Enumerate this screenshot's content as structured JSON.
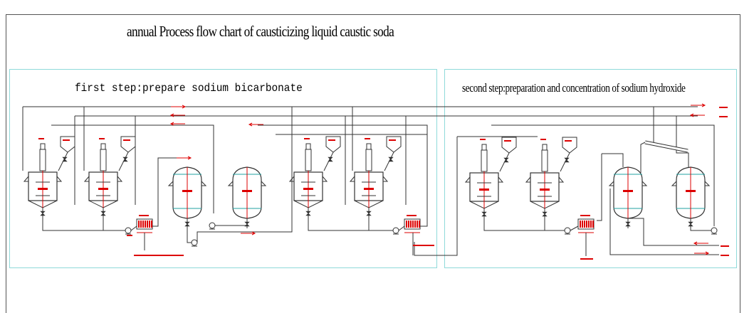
{
  "title": "annual Process flow chart of causticizing liquid caustic soda",
  "steps": [
    {
      "title": "first step:prepare sodium bicarbonate"
    },
    {
      "title": "second step:preparation and concentration of sodium hydroxide"
    }
  ],
  "colors": {
    "line": "#333333",
    "label": "#dd0000",
    "panel_border": "#8fdada",
    "cyan_seam": "#20a0a0"
  }
}
